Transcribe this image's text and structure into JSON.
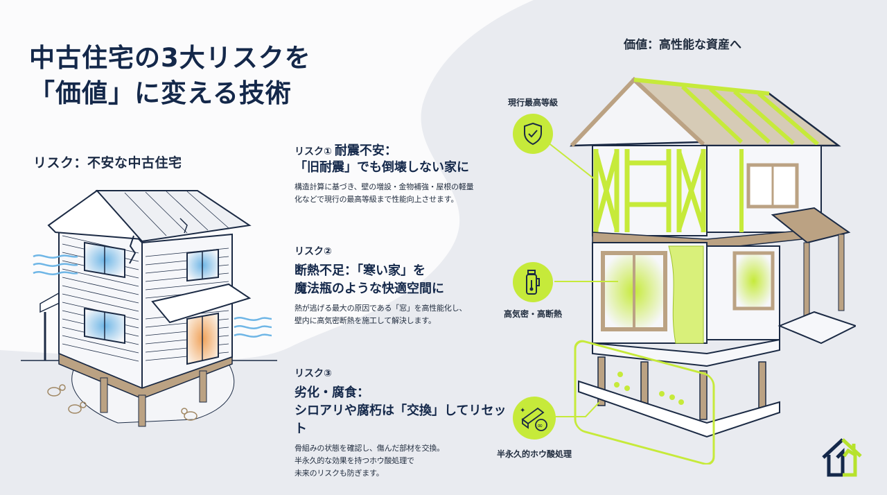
{
  "title": {
    "line1": "中古住宅の3大リスクを",
    "line2": "「価値」に変える技術"
  },
  "left_panel": {
    "heading": "リスク：不安な中古住宅"
  },
  "right_panel": {
    "heading": "価値：高性能な資産へ"
  },
  "risks": [
    {
      "tag": "リスク①",
      "title_inline": "耐震不安：",
      "headline": "「旧耐震」でも倒壊しない家に",
      "body_lines": [
        "構造計算に基づき、壁の増設・金物補強・屋根の軽量",
        "化などで現行の最高等級まで性能向上させます。"
      ]
    },
    {
      "tag": "リスク②",
      "headline_lines": [
        "断熱不足：「寒い家」を",
        "魔法瓶のような快適空間に"
      ],
      "body_lines": [
        "熱が逃げる最大の原因である「窓」を高性能化し、",
        "壁内に高気密断熱を施工して解決します。"
      ]
    },
    {
      "tag": "リスク③",
      "headline_lines": [
        "劣化・腐食：",
        "シロアリや腐朽は「交換」してリセット"
      ],
      "body_lines": [
        "骨組みの状態を確認し、傷んだ部材を交換。",
        "半永久的な効果を持つホウ酸処理で",
        "未来のリスクも防ぎます。"
      ]
    }
  ],
  "badges": [
    {
      "label": "現行最高等級",
      "icon": "shield-check-icon"
    },
    {
      "label": "高気密・高断熱",
      "icon": "thermos-icon"
    },
    {
      "label": "半永久的ホウ酸処理",
      "icon": "treated-lumber-infinity-icon"
    }
  ],
  "colors": {
    "navy": "#14284a",
    "accent_green": "#c6ea3a",
    "wood": "#bba283",
    "background": "#e9ebf0",
    "cold_blue": "#6fb6e6",
    "warm_orange": "#f0a25a"
  }
}
